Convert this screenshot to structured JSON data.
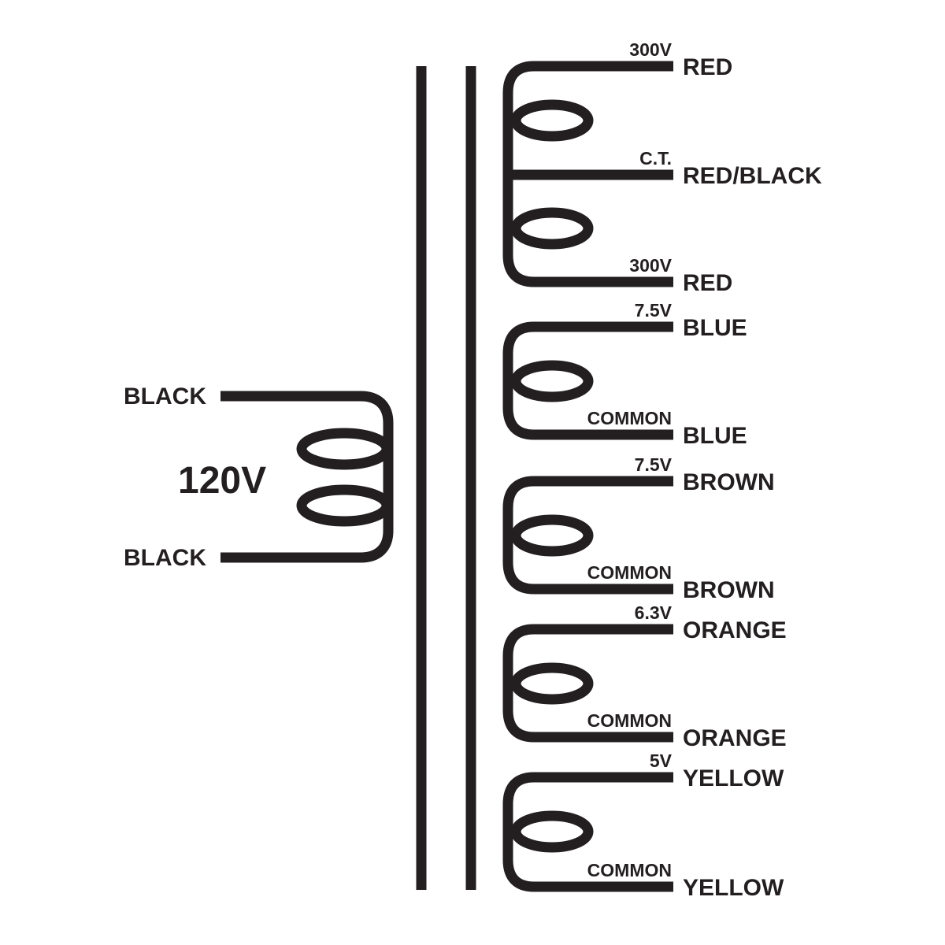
{
  "colors": {
    "line": "#231f20",
    "text": "#231f20",
    "background": "#ffffff"
  },
  "primary": {
    "voltage": "120V",
    "leads": [
      {
        "wire": "BLACK"
      },
      {
        "wire": "BLACK"
      }
    ]
  },
  "secondary_windings": [
    {
      "name": "high-voltage-center-tapped",
      "taps": [
        {
          "label": "300V",
          "wire": "RED"
        },
        {
          "label": "C.T.",
          "wire": "RED/BLACK"
        },
        {
          "label": "300V",
          "wire": "RED"
        }
      ]
    },
    {
      "name": "blue-7.5v",
      "taps": [
        {
          "label": "7.5V",
          "wire": "BLUE"
        },
        {
          "label": "COMMON",
          "wire": "BLUE"
        }
      ]
    },
    {
      "name": "brown-7.5v",
      "taps": [
        {
          "label": "7.5V",
          "wire": "BROWN"
        },
        {
          "label": "COMMON",
          "wire": "BROWN"
        }
      ]
    },
    {
      "name": "orange-6.3v",
      "taps": [
        {
          "label": "6.3V",
          "wire": "ORANGE"
        },
        {
          "label": "COMMON",
          "wire": "ORANGE"
        }
      ]
    },
    {
      "name": "yellow-5v",
      "taps": [
        {
          "label": "5V",
          "wire": "YELLOW"
        },
        {
          "label": "COMMON",
          "wire": "YELLOW"
        }
      ]
    }
  ]
}
